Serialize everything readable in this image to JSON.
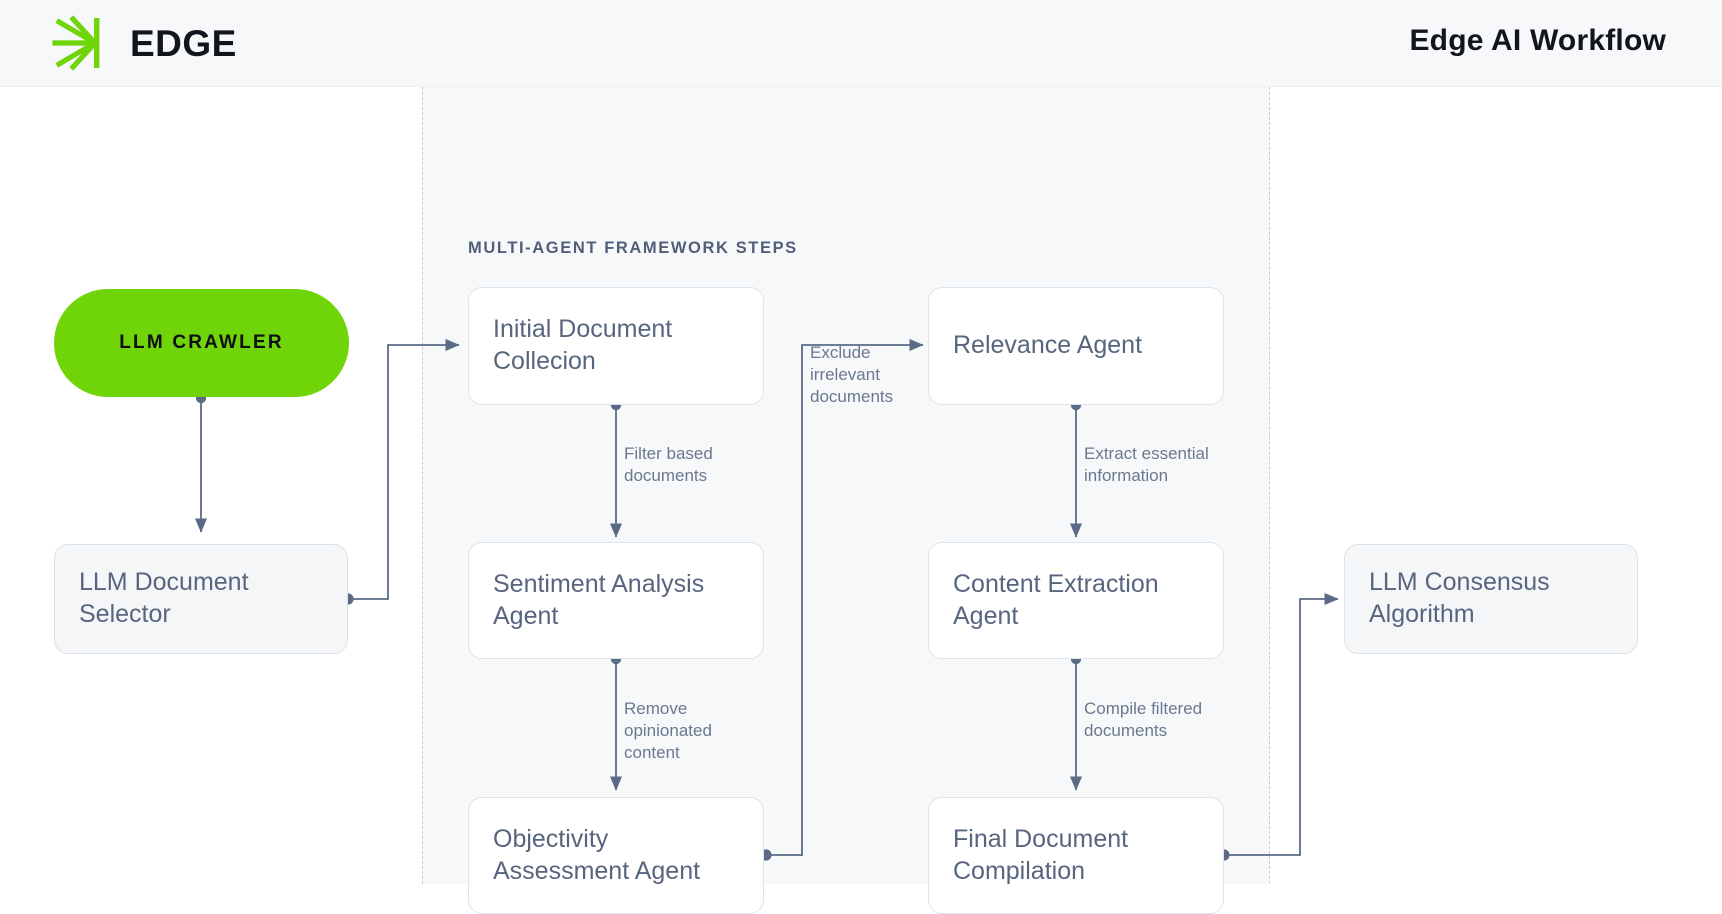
{
  "header": {
    "brand_name": "EDGE",
    "logo_icon": "edge-starburst-logo",
    "page_title": "Edge AI Workflow",
    "brand_color": "#6fd408",
    "title_color": "#12151d"
  },
  "panel": {
    "label": "MULTI-AGENT FRAMEWORK STEPS",
    "background": "#f7f8fa",
    "border_style": "dashed"
  },
  "nodes": {
    "crawler": {
      "label": "LLM CRAWLER",
      "style": "pill-green",
      "color": "#6fd408"
    },
    "doc_selector": {
      "label": "LLM Document Selector",
      "style": "gray-box"
    },
    "initial_collection": {
      "label": "Initial Document Collecion",
      "style": "white-box"
    },
    "sentiment_agent": {
      "label": "Sentiment Analysis Agent",
      "style": "white-box"
    },
    "objectivity_agent": {
      "label": "Objectivity Assessment Agent",
      "style": "white-box"
    },
    "relevance_agent": {
      "label": "Relevance Agent",
      "style": "white-box"
    },
    "content_extraction": {
      "label": "Content Extraction Agent",
      "style": "white-box"
    },
    "final_compilation": {
      "label": "Final Document Compilation",
      "style": "white-box"
    },
    "consensus": {
      "label": "LLM Consensus Algorithm",
      "style": "gray-box"
    }
  },
  "edges": [
    {
      "id": "crawler-to-selector",
      "label": ""
    },
    {
      "id": "selector-to-initial",
      "label": ""
    },
    {
      "id": "initial-to-sentiment",
      "label": "Filter based\ndocuments"
    },
    {
      "id": "sentiment-to-objectivity",
      "label": "Remove\nopinionated\ncontent"
    },
    {
      "id": "objectivity-to-relevance",
      "label": "Exclude\nirrelevant\ndocuments"
    },
    {
      "id": "relevance-to-extraction",
      "label": "Extract essential\ninformation"
    },
    {
      "id": "extraction-to-compilation",
      "label": "Compile filtered\ndocuments"
    },
    {
      "id": "compilation-to-consensus",
      "label": ""
    }
  ],
  "colors": {
    "node_text": "#57657f",
    "edge_label_text": "#6a7890",
    "wire": "#5b6b85",
    "white_box_border": "#dde4ea",
    "gray_box_fill": "#f4f6f8",
    "canvas": "#ffffff"
  }
}
